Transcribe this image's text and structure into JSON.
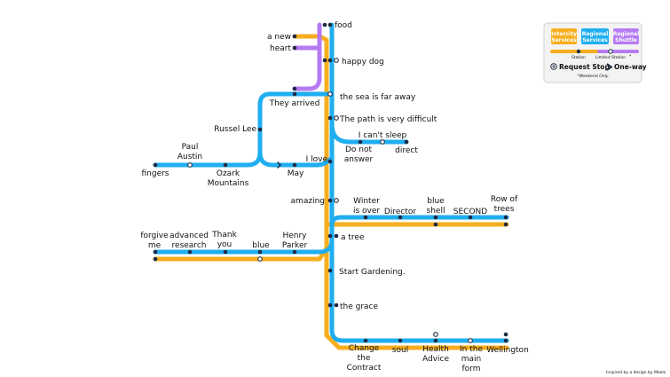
{
  "colors": {
    "intercity": "#F7AE1E",
    "regional": "#1FAEEF",
    "shuttle": "#B67BF2",
    "station": "#1f2a44"
  },
  "legend": {
    "intercity": [
      "Intercity",
      "Services"
    ],
    "regional": [
      "Regional",
      "Services"
    ],
    "shuttle": [
      "Regional",
      "Shuttle"
    ],
    "station": "Station",
    "limited": "Limited Station",
    "request_stop": "Request Stop",
    "one_way": "One-way",
    "note": "*Weekend Only"
  },
  "credit": "Inspired by a design by Moelz",
  "stations": [
    {
      "lines": [
        "food"
      ]
    },
    {
      "lines": [
        "a new"
      ]
    },
    {
      "lines": [
        "heart"
      ]
    },
    {
      "lines": [
        "happy dog"
      ]
    },
    {
      "lines": [
        "the sea is far away"
      ]
    },
    {
      "lines": [
        "They arrived"
      ]
    },
    {
      "lines": [
        "The path is very difficult"
      ]
    },
    {
      "lines": [
        "Russel Lee"
      ]
    },
    {
      "lines": [
        "I can't sleep"
      ]
    },
    {
      "lines": [
        "Do not",
        "answer"
      ]
    },
    {
      "lines": [
        "direct"
      ]
    },
    {
      "lines": [
        "Paul",
        "Austin"
      ]
    },
    {
      "lines": [
        "I love"
      ]
    },
    {
      "lines": [
        "fingers"
      ]
    },
    {
      "lines": [
        "Ozark",
        "Mountains"
      ]
    },
    {
      "lines": [
        "May"
      ]
    },
    {
      "lines": [
        "amazing"
      ]
    },
    {
      "lines": [
        "Winter",
        "is over"
      ]
    },
    {
      "lines": [
        "Director"
      ]
    },
    {
      "lines": [
        "blue",
        "shell"
      ]
    },
    {
      "lines": [
        "SECOND"
      ]
    },
    {
      "lines": [
        "Row of",
        "trees"
      ]
    },
    {
      "lines": [
        "forgive",
        "me"
      ]
    },
    {
      "lines": [
        "advanced",
        "research"
      ]
    },
    {
      "lines": [
        "Thank",
        "you"
      ]
    },
    {
      "lines": [
        "blue"
      ]
    },
    {
      "lines": [
        "Henry",
        "Parker"
      ]
    },
    {
      "lines": [
        "a tree"
      ]
    },
    {
      "lines": [
        "Start Gardening."
      ]
    },
    {
      "lines": [
        "the grace"
      ]
    },
    {
      "lines": [
        "Change",
        "the",
        "Contract"
      ]
    },
    {
      "lines": [
        "soul"
      ]
    },
    {
      "lines": [
        "Health",
        "Advice"
      ]
    },
    {
      "lines": [
        "In the",
        "main",
        "form"
      ]
    },
    {
      "lines": [
        "Wellington"
      ]
    }
  ]
}
